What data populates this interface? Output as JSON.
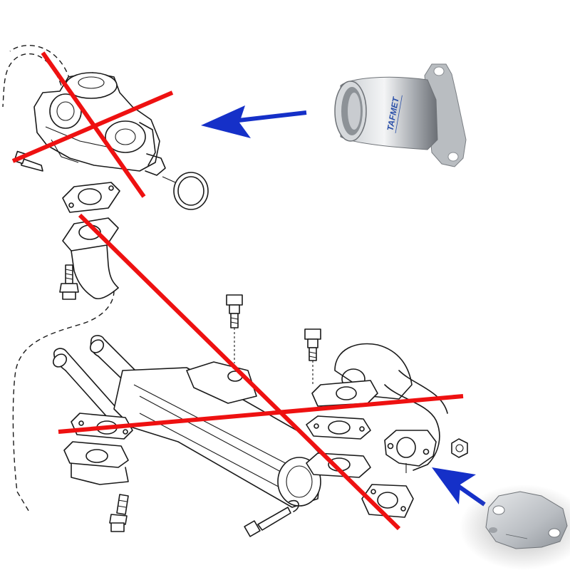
{
  "diagram": {
    "strike_color": "#ee1111",
    "arrow_color": "#1530c8",
    "ink_color": "#1a1a1a"
  },
  "parts": {
    "egr_valve": {
      "status": "removed"
    },
    "egr_cooler": {
      "status": "removed"
    },
    "replacement_pipe": {
      "brand_text": "TAFMET"
    },
    "blanking_plate": {
      "status": "replacement"
    }
  }
}
